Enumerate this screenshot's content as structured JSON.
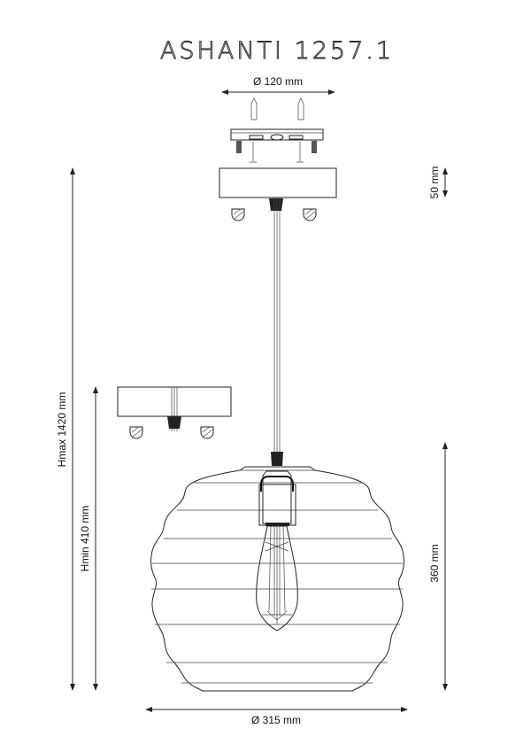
{
  "title": "ASHANTI 1257.1",
  "dimensions": {
    "canopy_diameter": "Ø 120 mm",
    "canopy_height": "50 mm",
    "height_max": "Hmax 1420 mm",
    "height_min": "Hmin 410 mm",
    "shade_height": "360 mm",
    "shade_diameter": "Ø 315 mm"
  }
}
